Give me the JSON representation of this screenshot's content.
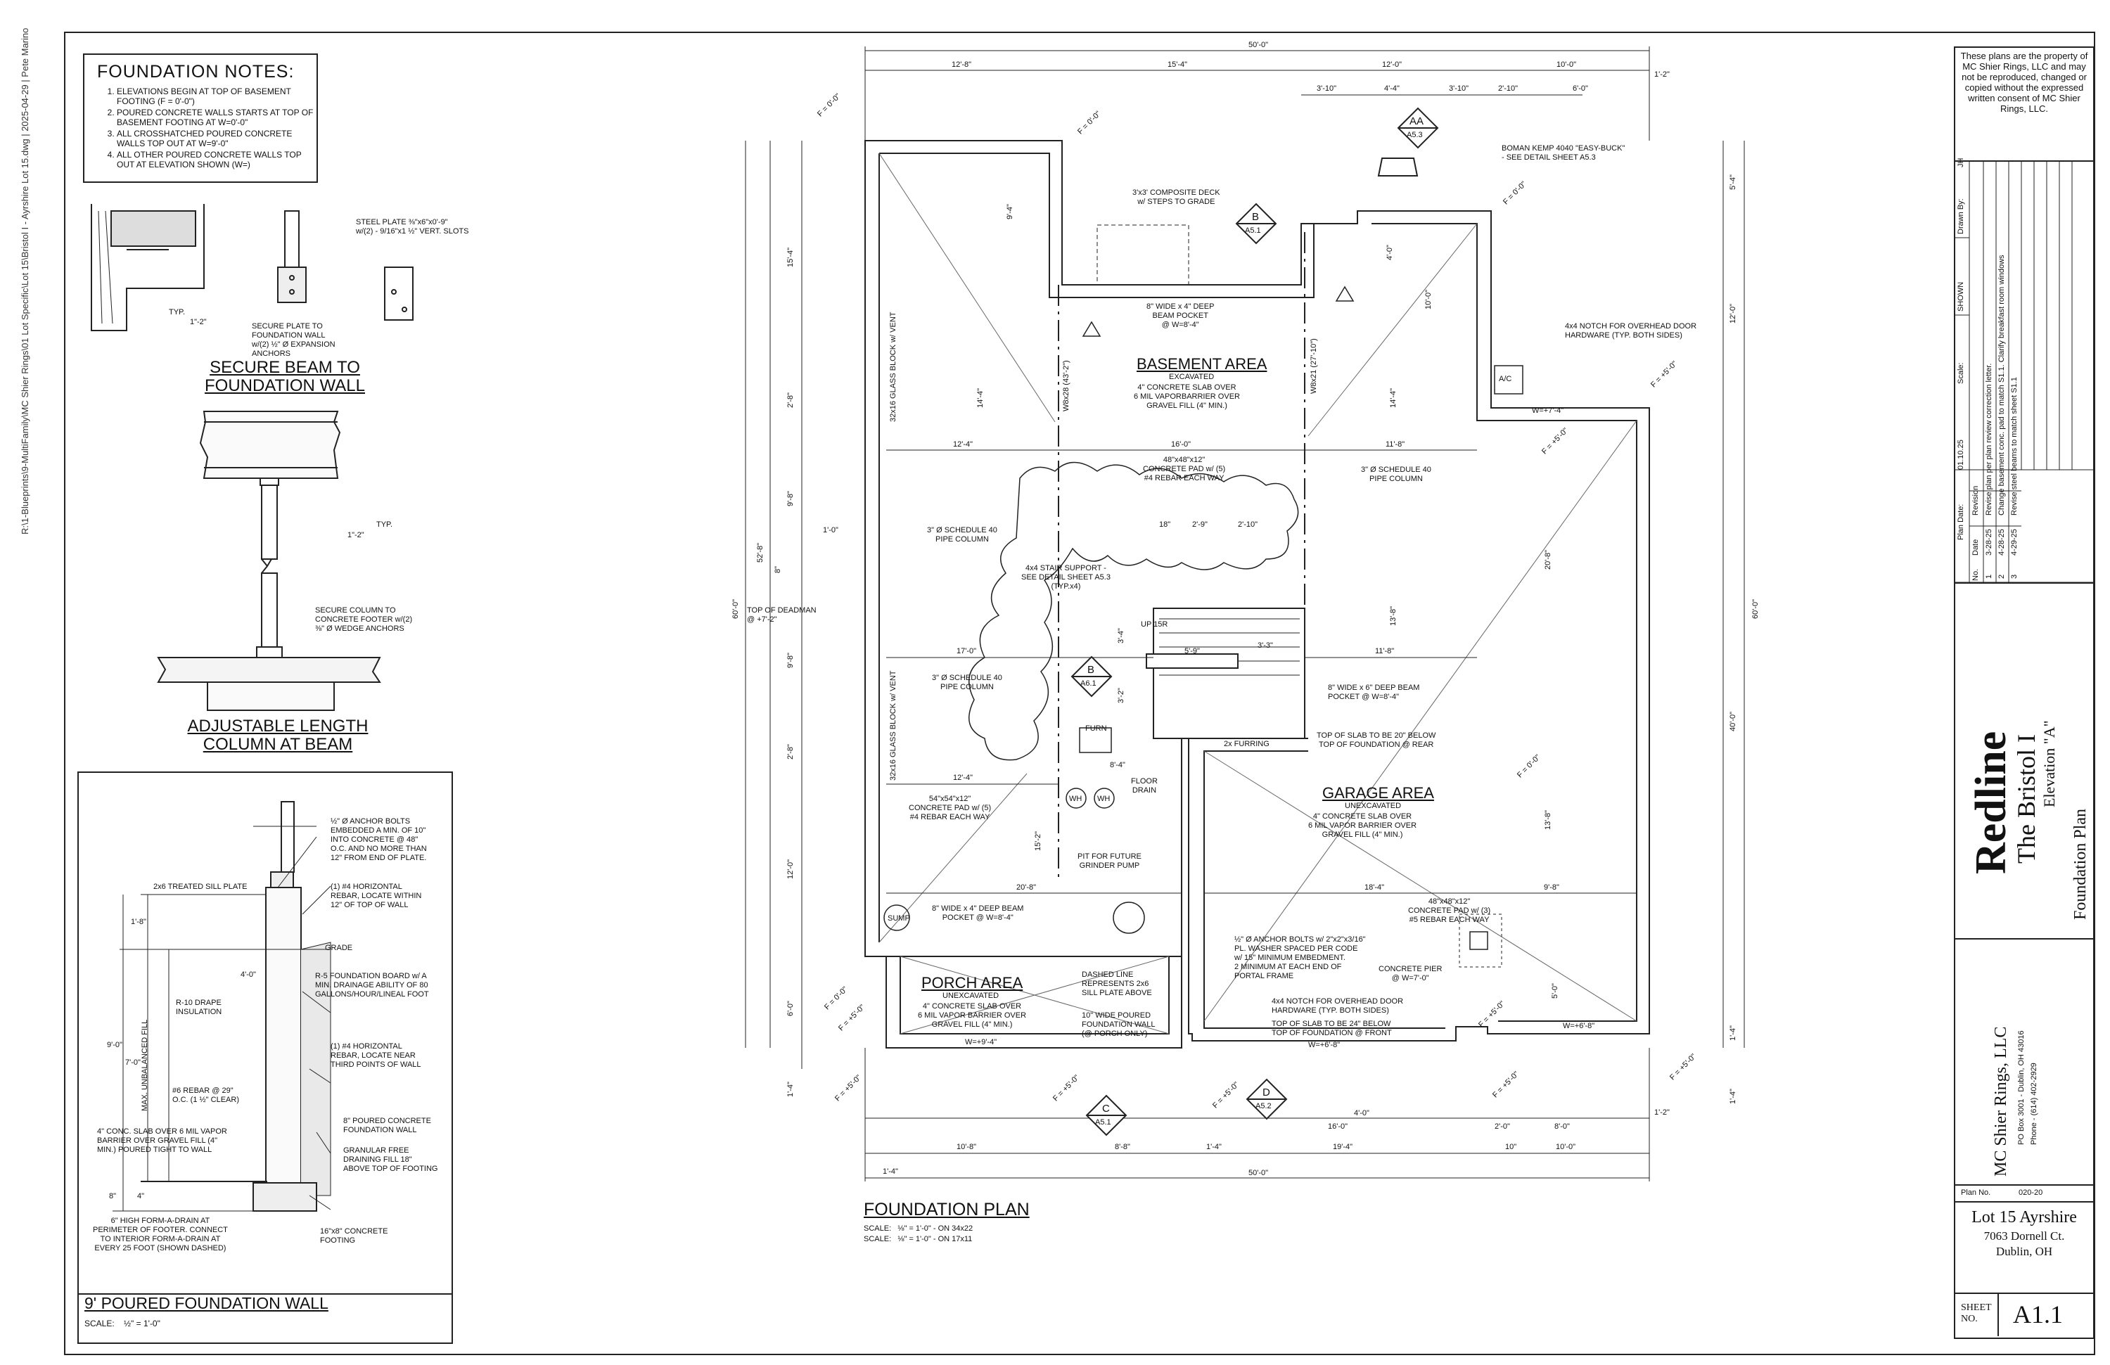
{
  "file_path": "R:\\1-Blueprints\\9-MultiFamily\\MC Shier Rings\\01 Lot Specific\\Lot 15\\Bristol I - Ayrshire Lot 15.dwg | 2025-04-29 | Pete Marino",
  "foundation_notes": {
    "title": "FOUNDATION NOTES:",
    "items": [
      "ELEVATIONS BEGIN AT TOP OF BASEMENT FOOTING (F = 0'-0\")",
      "POURED CONCRETE WALLS STARTS AT TOP OF BASEMENT FOOTING AT W=0'-0\"",
      "ALL CROSSHATCHED POURED CONCRETE WALLS TOP OUT AT W=9'-0\"",
      "ALL OTHER POURED CONCRETE WALLS TOP OUT AT ELEVATION SHOWN (W=)"
    ]
  },
  "details": {
    "secure_beam_title": "SECURE BEAM TO\nFOUNDATION WALL",
    "adjustable_title": "ADJUSTABLE LENGTH\nCOLUMN AT BEAM",
    "wall_title": "9' POURED FOUNDATION WALL",
    "wall_scale_label": "SCALE:",
    "wall_scale": "½\" = 1'-0\"",
    "labels": {
      "typ": "TYP.",
      "weld": "1\"-2\"",
      "steel_plate": "STEEL PLATE ⅜\"x6\"x0'-9\"\nw/(2) - 9/16\"x1 ½\" VERT. SLOTS",
      "secure_plate": "SECURE PLATE TO\nFOUNDATION WALL\nw/(2) ½\" Ø EXPANSION\nANCHORS",
      "secure_column": "SECURE COLUMN TO\nCONCRETE FOOTER w/(2)\n⅜\" Ø WEDGE ANCHORS",
      "anchor_bolts": "½\" Ø ANCHOR BOLTS\nEMBEDDED A MIN. OF 10\"\nINTO CONCRETE @ 48\"\nO.C. AND NO MORE THAN\n12\" FROM END OF PLATE.",
      "sill": "2x6 TREATED SILL PLATE",
      "rebar_top": "(1) #4 HORIZONTAL\nREBAR, LOCATE WITHIN\n12\" OF TOP OF WALL",
      "grade": "GRADE",
      "drape": "R-10 DRAPE\nINSULATION",
      "r5": "R-5 FOUNDATION BOARD w/ A\nMIN. DRAINAGE ABILITY OF 80\nGALLONS/HOUR/LINEAL FOOT",
      "rebar_third": "(1) #4 HORIZONTAL\nREBAR, LOCATE NEAR\nTHIRD POINTS OF WALL",
      "rebar6": "#6 REBAR @ 29\"\nO.C. (1 ½\" CLEAR)",
      "poured8": "8\" POURED CONCRETE\nFOUNDATION WALL",
      "slab4": "4\" CONC. SLAB OVER 6 MIL VAPOR\nBARRIER OVER GRAVEL FILL (4\"\nMIN.) POURED TIGHT TO WALL",
      "granular": "GRANULAR FREE\nDRAINING FILL 18\"\nABOVE TOP OF FOOTING",
      "drain": "6\" HIGH FORM-A-DRAIN AT\nPERIMETER OF FOOTER. CONNECT\nTO INTERIOR FORM-A-DRAIN AT\nEVERY 25 FOOT (SHOWN DASHED)",
      "footing": "16\"x8\" CONCRETE\nFOOTING",
      "unbal": "MAX. UNBALANCED FILL",
      "d_1_8": "1'-8\"",
      "d_4_0": "4'-0\"",
      "d_9_0": "9'-0\"",
      "d_7_0": "7'-0\"",
      "d_8": "8\"",
      "d_4": "4\""
    }
  },
  "plan": {
    "title": "FOUNDATION PLAN",
    "scale_text": "SCALE:   ⅛\" = 1'-0\" - ON 34x22\nSCALE:   ⅛\" = 1'-0\" - ON 17x11",
    "rooms": {
      "basement": {
        "name": "BASEMENT AREA",
        "sub": "EXCAVATED",
        "desc": "4\" CONCRETE SLAB OVER\n6 MIL VAPORBARRIER OVER\nGRAVEL FILL (4\" MIN.)"
      },
      "garage": {
        "name": "GARAGE AREA",
        "sub": "UNEXCAVATED",
        "desc": "4\" CONCRETE SLAB OVER\n6 MIL VAPOR BARRIER OVER\nGRAVEL FILL (4\" MIN.)"
      },
      "porch": {
        "name": "PORCH AREA",
        "sub": "UNEXCAVATED",
        "desc": "4\" CONCRETE SLAB OVER\n6 MIL VAPOR BARRIER OVER\nGRAVEL FILL (4\" MIN.)"
      }
    },
    "callouts": {
      "deck": "3'x3' COMPOSITE DECK\nw/ STEPS TO GRADE",
      "boman": "BOMAN KEMP 4040 \"EASY-BUCK\"\n- SEE DETAIL SHEET A5.3",
      "beam_pocket1": "8\" WIDE x 4\" DEEP\nBEAM POCKET\n@ W=8'-4\"",
      "notch1": "4x4 NOTCH FOR OVERHEAD DOOR\nHARDWARE (TYP. BOTH SIDES)",
      "pad48": "48\"x48\"x12\"\nCONCRETE PAD w/ (5)\n#4 REBAR EACH WAY",
      "col_right": "3\" Ø SCHEDULE 40\nPIPE COLUMN",
      "col_left": "3\" Ø SCHEDULE 40\nPIPE COLUMN",
      "col_mid": "3\" Ø SCHEDULE 40\nPIPE COLUMN",
      "stair": "4x4 STAIR SUPPORT -\nSEE DETAIL SHEET A5.3\n(TYP.x4)",
      "deadman": "TOP OF DEADMAN\n@ +7'-2\"",
      "glass1": "32x16 GLASS\nBLOCK w/ VENT",
      "glass2": "32x16 GLASS\nBLOCK w/ VENT",
      "beam_pocket2": "8\" WIDE x 6\" DEEP BEAM\nPOCKET @ W=8'-4\"",
      "furring": "2x FURRING",
      "slab_rear": "TOP OF SLAB TO BE 20\" BELOW\nTOP OF FOUNDATION @ REAR",
      "floor_drain": "FLOOR\nDRAIN",
      "pad54": "54\"x54\"x12\"\nCONCRETE PAD w/ (5)\n#4 REBAR EACH WAY",
      "grinder": "PIT FOR FUTURE\nGRINDER PUMP",
      "beam_pocket3": "8\" WIDE x 4\" DEEP BEAM\nPOCKET @ W=8'-4\"",
      "dashed": "DASHED LINE\nREPRESENTS 2x6\nSILL PLATE ABOVE",
      "ten_wide": "10\" WIDE POURED\nFOUNDATION WALL\n(@ PORCH ONLY)",
      "anchor": "½\" Ø ANCHOR BOLTS w/ 2\"x2\"x3/16\"\nPL. WASHER SPACED PER CODE\nw/ 15\" MINIMUM EMBEDMENT.\n2 MINIMUM AT EACH END OF\nPORTAL FRAME",
      "notch2": "4x4 NOTCH FOR OVERHEAD DOOR\nHARDWARE (TYP. BOTH SIDES)",
      "slab_front": "TOP OF SLAB TO BE 24\" BELOW\nTOP OF FOUNDATION @ FRONT",
      "pad_garage": "48\"x48\"x12\"\nCONCRETE PAD w/ (3)\n#5 REBAR EACH WAY",
      "pier": "CONCRETE PIER\n@ W=7'-0\"",
      "ac": "A/C",
      "furn": "FURN",
      "wh": "WH",
      "sump": "SUMP",
      "up": "UP 15R"
    },
    "beams": {
      "w1": "W8x28 (43'-2\")",
      "w2": "W8x21 (27'-10\")"
    },
    "walls": {
      "w_garage_rear": "W=+7'-4\"",
      "w_porch": "W=+9'-4\"",
      "w_garage_front": "W=+6'-8\"",
      "w_right_front": "W=+6'-8\""
    },
    "section_tags": [
      {
        "letter": "AA",
        "sheet": "A5.3"
      },
      {
        "letter": "B",
        "sheet": "A5.1"
      },
      {
        "letter": "B",
        "sheet": "A6.1"
      },
      {
        "letter": "C",
        "sheet": "A5.1"
      },
      {
        "letter": "D",
        "sheet": "A5.2"
      }
    ],
    "elevations": {
      "f0": "F = 0'-0\"",
      "f5": "F = +5'-0\""
    },
    "dims_top1": [
      "12'-8\"",
      "15'-4\"",
      "12'-0\"",
      "10'-0\"",
      "1'-2\""
    ],
    "dims_top2": [
      "3'-10\"",
      "4'-4\"",
      "3'-10\"",
      "2'-10\"",
      "6'-0\""
    ],
    "dim_overall": "50'-0\"",
    "dims_bottom1": [
      "4'-0\"",
      "16'-0\"",
      "2'-0\"",
      "8'-0\"",
      "1'-2\""
    ],
    "dims_bottom2": [
      "10'-8\"",
      "8'-8\"",
      "1'-4\"",
      "19'-4\"",
      "10\"",
      "10'-0\""
    ],
    "dim_bottom_left": "1'-4\"",
    "dims_left_outer": [
      "60'-0\""
    ],
    "dims_left_inner": [
      "15'-4\"",
      "2'-8\"",
      "9'-8\"",
      "8\"",
      "9'-8\"",
      "2'-8\"",
      "12'-0\"",
      "6'-0\"",
      "1'-4\""
    ],
    "dim_left_mid": "52'-8\"",
    "dim_deadman": "1'-0\"",
    "dims_right_outer": [
      "60'-0\""
    ],
    "dims_right": [
      "5'-4\"",
      "12'-0\"",
      "40'-0\"",
      "1'-4\"",
      "1'-4\""
    ],
    "interior_dims": [
      "12'-4\"",
      "16'-0\"",
      "11'-8\"",
      "17'-0\"",
      "11'-8\"",
      "12'-4\"",
      "20'-8\"",
      "18'-4\"",
      "9'-8\"",
      "14'-4\"",
      "14'-4\"",
      "9'-4\"",
      "10'-0\"",
      "4'-0\"",
      "20'-8\"",
      "13'-8\"",
      "13'-8\"",
      "15'-2\"",
      "8'-4\"",
      "5'-9\"",
      "3'-3\"",
      "2'-9\"",
      "2'-10\"",
      "18\"",
      "3'-4\"",
      "3'-2\"",
      "5'-0\""
    ]
  },
  "title_block": {
    "disclaimer": "These plans are the property of MC Shier Rings, LLC and may not be reproduced, changed or copied without the expressed written consent of MC Shier Rings, LLC.",
    "drawn_by_label": "Drawn By:",
    "drawn_by": "JH",
    "scale_label": "Scale:",
    "scale": "SHOWN",
    "plan_date_label": "Plan Date:",
    "plan_date": "01.10.25",
    "revision_header": [
      "No.",
      "Date",
      "Revision"
    ],
    "revisions": [
      [
        "1",
        "3-28-25",
        "Revise plan per plan review correction letter."
      ],
      [
        "2",
        "4-28-25",
        "Change basement conc. pad to match S1.1. Clarify breakfast room windows"
      ],
      [
        "3",
        "4-29-25",
        "Revise steel beams to match sheet S1.1"
      ]
    ],
    "brand": "Redline",
    "model": "The Bristol I",
    "elevation": "Elevation \"A\"",
    "sheet_title": "Foundation Plan",
    "company": "MC Shier Rings, LLC",
    "company_addr": "PO Box 3001 - Dublin, OH 43016",
    "company_phone": "Phone - (614) 402-2929",
    "plan_no_label": "Plan No.",
    "plan_no": "020-20",
    "lot": "Lot 15 Ayrshire",
    "street": "7063 Dornell Ct.",
    "city": "Dublin, OH",
    "sheet_label": "SHEET\nNO.",
    "sheet_no": "A1.1"
  }
}
